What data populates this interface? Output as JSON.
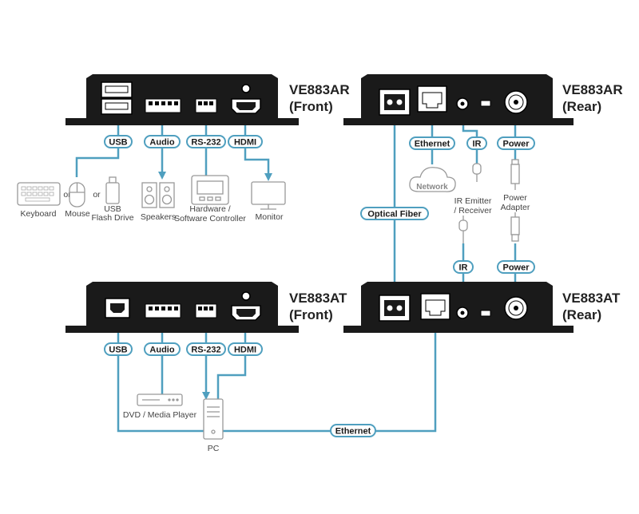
{
  "units": {
    "rx_front": {
      "name": "VE883AR",
      "side": "(Front)"
    },
    "rx_rear": {
      "name": "VE883AR",
      "side": "(Rear)"
    },
    "tx_front": {
      "name": "VE883AT",
      "side": "(Front)"
    },
    "tx_rear": {
      "name": "VE883AT",
      "side": "(Rear)"
    }
  },
  "rx_front_ports": {
    "usb": "USB",
    "audio": "Audio",
    "rs232": "RS-232",
    "hdmi": "HDMI"
  },
  "tx_front_ports": {
    "usb": "USB",
    "audio": "Audio",
    "rs232": "RS-232",
    "hdmi": "HDMI"
  },
  "rx_rear_ports": {
    "ethernet": "Ethernet",
    "ir": "IR",
    "power": "Power"
  },
  "tx_rear_ports": {
    "ir": "IR",
    "power": "Power"
  },
  "links": {
    "optical_fiber": "Optical Fiber",
    "ethernet": "Ethernet",
    "network": "Network"
  },
  "devices": {
    "keyboard": "Keyboard",
    "or1": "or",
    "mouse": "Mouse",
    "or2": "or",
    "usb_flash_line1": "USB",
    "usb_flash_line2": "Flash Drive",
    "speakers": "Speakers",
    "controller_line1": "Hardware /",
    "controller_line2": "Software Controller",
    "monitor": "Monitor",
    "ir_line1": "IR Emitter",
    "ir_line2": "/ Receiver",
    "adapter_line1": "Power",
    "adapter_line2": "Adapter",
    "dvd": "DVD / Media Player",
    "pc": "PC"
  },
  "colors": {
    "line": "#4f9fbf",
    "pill_border": "#4f9fbf",
    "unit": "#1a1a1a",
    "device": "#9a9a9a"
  }
}
